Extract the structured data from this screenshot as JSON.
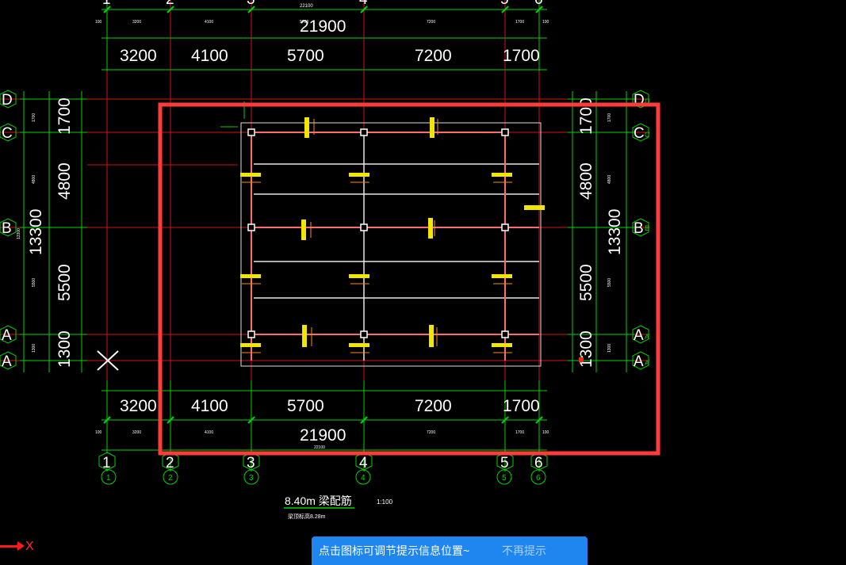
{
  "drawing": {
    "top_overall": "21900",
    "top_small": "22100",
    "bottom_overall": "21900",
    "bottom_small": "22100",
    "spans": [
      "3200",
      "4100",
      "5700",
      "7200",
      "1700"
    ],
    "small_spans": [
      "100",
      "3200",
      "4100",
      "5700",
      "7200",
      "1700",
      "100"
    ],
    "col_axes": [
      "1",
      "2",
      "3",
      "4",
      "5",
      "6"
    ],
    "left_row_axes": [
      "D",
      "C",
      "B",
      "A",
      "A"
    ],
    "right_row_axes": [
      "D",
      "C",
      "B",
      "A",
      "A"
    ],
    "right_row_axes_sub": [
      "D",
      "C",
      "B",
      "A",
      "A"
    ],
    "left_overall": "13300",
    "right_overall": "13300",
    "row_spans": [
      "1700",
      "4800",
      "5500",
      "1300"
    ],
    "small_row_spans": [
      "1700",
      "4800",
      "5500",
      "1300"
    ],
    "left_small_overall": "13300",
    "title": "8.40m 梁配筋",
    "scale": "1:100",
    "subtitle": "梁顶标高8.28m"
  },
  "tip": {
    "message": "点击图标可调节提示信息位置~",
    "dismiss": "不再提示"
  },
  "axis_indicator": {
    "label": "X"
  },
  "colors": {
    "grid": "#ff1f1f",
    "dimension": "#00e000",
    "text": "#ffffff",
    "highlight": "#ff3b3b",
    "annotation": "#ffff00",
    "tip_bg": "#1f86f0"
  }
}
